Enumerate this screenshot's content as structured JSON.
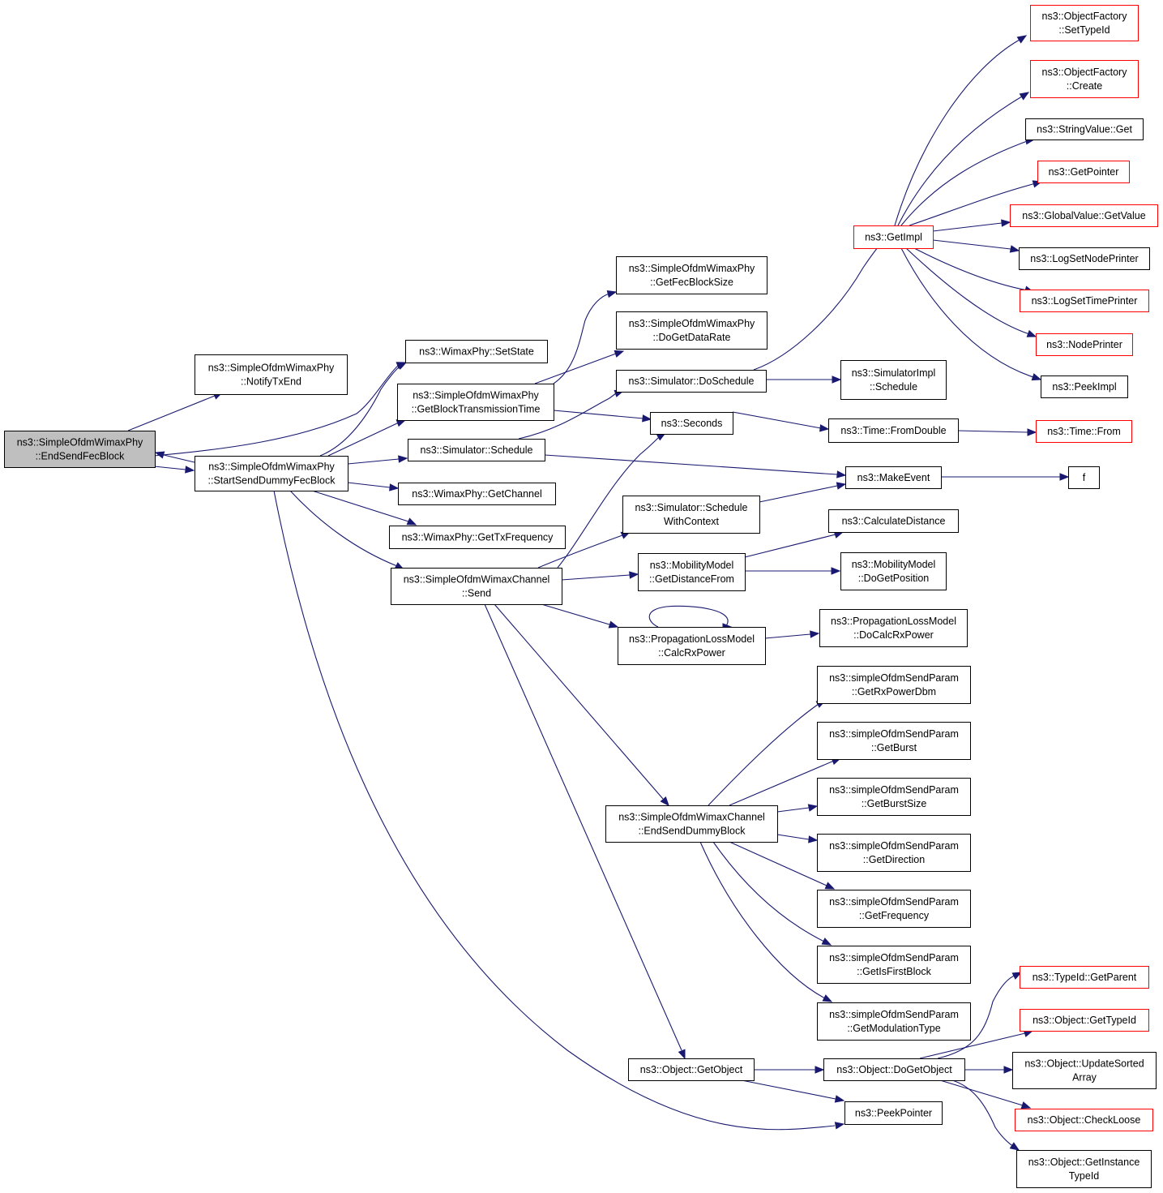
{
  "colors": {
    "edge": "#191970",
    "node_border": "#000000",
    "truncated_border": "#ff0000",
    "root_fill": "#bfbfbf"
  },
  "nodes": [
    {
      "id": "root",
      "lines": [
        "ns3::SimpleOfdmWimaxPhy",
        "::EndSendFecBlock"
      ],
      "root": true
    },
    {
      "id": "notifytx",
      "lines": [
        "ns3::SimpleOfdmWimaxPhy",
        "::NotifyTxEnd"
      ]
    },
    {
      "id": "startsend",
      "lines": [
        "ns3::SimpleOfdmWimaxPhy",
        "::StartSendDummyFecBlock"
      ]
    },
    {
      "id": "setstate",
      "lines": [
        "ns3::WimaxPhy::SetState"
      ]
    },
    {
      "id": "getblocktx",
      "lines": [
        "ns3::SimpleOfdmWimaxPhy",
        "::GetBlockTransmissionTime"
      ]
    },
    {
      "id": "simschedule",
      "lines": [
        "ns3::Simulator::Schedule"
      ]
    },
    {
      "id": "getchannel",
      "lines": [
        "ns3::WimaxPhy::GetChannel"
      ]
    },
    {
      "id": "gettxfreq",
      "lines": [
        "ns3::WimaxPhy::GetTxFrequency"
      ]
    },
    {
      "id": "chansend",
      "lines": [
        "ns3::SimpleOfdmWimaxChannel",
        "::Send"
      ]
    },
    {
      "id": "getfecsize",
      "lines": [
        "ns3::SimpleOfdmWimaxPhy",
        "::GetFecBlockSize"
      ]
    },
    {
      "id": "dogetrate",
      "lines": [
        "ns3::SimpleOfdmWimaxPhy",
        "::DoGetDataRate"
      ]
    },
    {
      "id": "doschedule",
      "lines": [
        "ns3::Simulator::DoSchedule"
      ]
    },
    {
      "id": "seconds",
      "lines": [
        "ns3::Seconds"
      ]
    },
    {
      "id": "schedctx",
      "lines": [
        "ns3::Simulator::Schedule",
        "WithContext"
      ]
    },
    {
      "id": "getdistfrom",
      "lines": [
        "ns3::MobilityModel",
        "::GetDistanceFrom"
      ]
    },
    {
      "id": "calcrx",
      "lines": [
        "ns3::PropagationLossModel",
        "::CalcRxPower"
      ]
    },
    {
      "id": "endsenddummy",
      "lines": [
        "ns3::SimpleOfdmWimaxChannel",
        "::EndSendDummyBlock"
      ]
    },
    {
      "id": "getobject",
      "lines": [
        "ns3::Object::GetObject"
      ]
    },
    {
      "id": "getimpl",
      "lines": [
        "ns3::GetImpl"
      ],
      "truncated": true
    },
    {
      "id": "simimplsched",
      "lines": [
        "ns3::SimulatorImpl",
        "::Schedule"
      ]
    },
    {
      "id": "fromdouble",
      "lines": [
        "ns3::Time::FromDouble"
      ]
    },
    {
      "id": "makeevent",
      "lines": [
        "ns3::MakeEvent"
      ]
    },
    {
      "id": "calcdist",
      "lines": [
        "ns3::CalculateDistance"
      ]
    },
    {
      "id": "dogetpos",
      "lines": [
        "ns3::MobilityModel",
        "::DoGetPosition"
      ]
    },
    {
      "id": "docalcrx",
      "lines": [
        "ns3::PropagationLossModel",
        "::DoCalcRxPower"
      ]
    },
    {
      "id": "getrxdbm",
      "lines": [
        "ns3::simpleOfdmSendParam",
        "::GetRxPowerDbm"
      ]
    },
    {
      "id": "getburst",
      "lines": [
        "ns3::simpleOfdmSendParam",
        "::GetBurst"
      ]
    },
    {
      "id": "getburstsize",
      "lines": [
        "ns3::simpleOfdmSendParam",
        "::GetBurstSize"
      ]
    },
    {
      "id": "getdirection",
      "lines": [
        "ns3::simpleOfdmSendParam",
        "::GetDirection"
      ]
    },
    {
      "id": "getfrequency",
      "lines": [
        "ns3::simpleOfdmSendParam",
        "::GetFrequency"
      ]
    },
    {
      "id": "getisfirst",
      "lines": [
        "ns3::simpleOfdmSendParam",
        "::GetIsFirstBlock"
      ]
    },
    {
      "id": "getmodtype",
      "lines": [
        "ns3::simpleOfdmSendParam",
        "::GetModulationType"
      ]
    },
    {
      "id": "dogetobject",
      "lines": [
        "ns3::Object::DoGetObject"
      ]
    },
    {
      "id": "peekpointer",
      "lines": [
        "ns3::PeekPointer"
      ]
    },
    {
      "id": "ofsettypeid",
      "lines": [
        "ns3::ObjectFactory",
        "::SetTypeId"
      ],
      "truncated": true
    },
    {
      "id": "ofcreate",
      "lines": [
        "ns3::ObjectFactory",
        "::Create"
      ],
      "truncated": true
    },
    {
      "id": "strvalget",
      "lines": [
        "ns3::StringValue::Get"
      ]
    },
    {
      "id": "getpointer",
      "lines": [
        "ns3::GetPointer"
      ],
      "truncated": true
    },
    {
      "id": "globalvalget",
      "lines": [
        "ns3::GlobalValue::GetValue"
      ],
      "truncated": true
    },
    {
      "id": "logsetnode",
      "lines": [
        "ns3::LogSetNodePrinter"
      ]
    },
    {
      "id": "logsettime",
      "lines": [
        "ns3::LogSetTimePrinter"
      ],
      "truncated": true
    },
    {
      "id": "nodeprinter",
      "lines": [
        "ns3::NodePrinter"
      ],
      "truncated": true
    },
    {
      "id": "peekimpl",
      "lines": [
        "ns3::PeekImpl"
      ]
    },
    {
      "id": "timefrom",
      "lines": [
        "ns3::Time::From"
      ],
      "truncated": true
    },
    {
      "id": "f",
      "lines": [
        "f"
      ]
    },
    {
      "id": "typeidparent",
      "lines": [
        "ns3::TypeId::GetParent"
      ],
      "truncated": true
    },
    {
      "id": "objgettypeid",
      "lines": [
        "ns3::Object::GetTypeId"
      ],
      "truncated": true
    },
    {
      "id": "updatesorted",
      "lines": [
        "ns3::Object::UpdateSorted",
        "Array"
      ]
    },
    {
      "id": "checkloose",
      "lines": [
        "ns3::Object::CheckLoose"
      ],
      "truncated": true
    },
    {
      "id": "getinstance",
      "lines": [
        "ns3::Object::GetInstance",
        "TypeId"
      ]
    }
  ]
}
